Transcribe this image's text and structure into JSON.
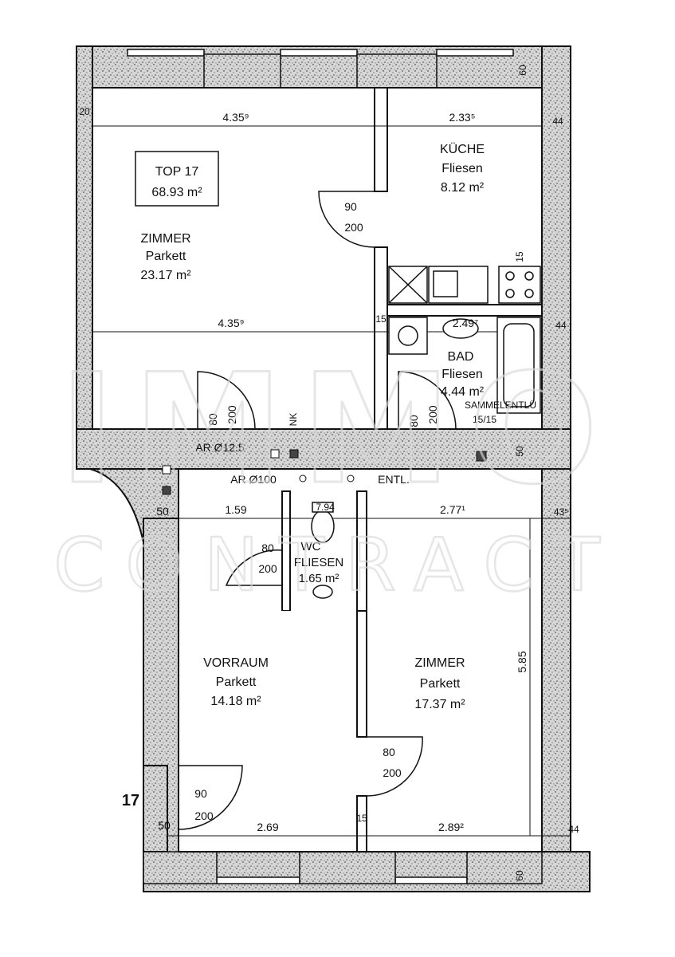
{
  "unit": {
    "label": "TOP 17",
    "area": "68.93 m²"
  },
  "rooms": {
    "zimmer_large": {
      "name": "ZIMMER",
      "floor": "Parkett",
      "area": "23.17 m²"
    },
    "kueche": {
      "name": "KÜCHE",
      "floor": "Fliesen",
      "area": "8.12 m²"
    },
    "bad": {
      "name": "BAD",
      "floor": "Fliesen",
      "area": "4.44 m²"
    },
    "wc": {
      "name": "WC",
      "floor": "FLIESEN",
      "area": "1.65 m²"
    },
    "vorraum": {
      "name": "VORRAUM",
      "floor": "Parkett",
      "area": "14.18 m²"
    },
    "zimmer_small": {
      "name": "ZIMMER",
      "floor": "Parkett",
      "area": "17.37 m²"
    }
  },
  "dimensions": {
    "top_zimmer": "4.35⁹",
    "top_kueche": "2.33⁵",
    "mid_zimmer": "4.35⁹",
    "mid_wall": "15",
    "mid_bad": "2.49⁷",
    "mid_right": "44",
    "top_right": "44",
    "top_left_wall": "20",
    "kueche_wall": "15",
    "corner_top": "60",
    "left_50": "50",
    "vorraum_159": "1.59",
    "zimmer_277": "2.77¹",
    "right_43": "43⁵",
    "height_585": "5.85",
    "right_50": "50",
    "bottom_50": "50",
    "bottom_269": "2.69",
    "bottom_289": "2.89²",
    "bottom_wall": "15",
    "bottom_44": "44",
    "corner_bottom": "60"
  },
  "doors": {
    "kueche": {
      "w": "90",
      "h": "200"
    },
    "zimmer_large": {
      "w": "80",
      "h": "200"
    },
    "bad": {
      "w": "80",
      "h": "200"
    },
    "wc": {
      "w": "80",
      "h": "200"
    },
    "zimmer_small": {
      "w": "80",
      "h": "200"
    },
    "entrance": {
      "w": "90",
      "h": "200"
    }
  },
  "fixtures": {
    "ar_125": "AR Ø12.5",
    "ar_100": "AR Ø100",
    "nk": "NK",
    "entl": "ENTL.",
    "sammel": "SAMMELENTLÜ",
    "sammel_size": "15/15",
    "wc_seat": "7.94"
  },
  "entrance_number": "17",
  "watermark": {
    "line1": "IMMO",
    "line2": "CONTRACT"
  },
  "colors": {
    "wall_fill": "#c9c9c9",
    "line": "#111111",
    "watermark": "#d9d9d9"
  }
}
